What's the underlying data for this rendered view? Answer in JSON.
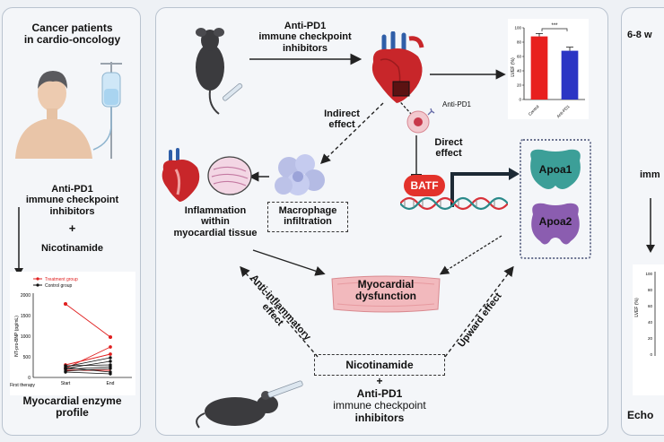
{
  "left_panel": {
    "title_line1": "Cancer patients",
    "title_line2": "in cardio-oncology",
    "drug_line1": "Anti-PD1",
    "drug_line2": "immune checkpoint",
    "drug_line3": "inhibitors",
    "plus": "+",
    "nicotinamide": "Nicotinamide",
    "caption_line1": "Myocardial enzyme",
    "caption_line2": "profile",
    "mini_chart": {
      "legend": [
        "Treatment group",
        "Control group"
      ],
      "ylabel": "NT-pro-BNP (pg/mL)",
      "yticks": [
        "0",
        "500",
        "1000",
        "1500",
        "2000"
      ],
      "xticks": [
        "First therapy",
        "Start",
        "End"
      ],
      "series_colors": {
        "treatment": "#e02020",
        "control": "#111111"
      }
    }
  },
  "center_panel": {
    "top_drug_line1": "Anti-PD1",
    "top_drug_line2": "immune checkpoint",
    "top_drug_line3": "inhibitors",
    "indirect_line1": "Indirect",
    "indirect_line2": "effect",
    "anti_pd1_small": "Anti-PD1",
    "direct_line1": "Direct",
    "direct_line2": "effect",
    "batf": "BATF",
    "apoa1": "Apoa1",
    "apoa2": "Apoa2",
    "inflammation_line1": "Inflammation",
    "inflammation_line2": "within",
    "inflammation_line3": "myocardial tissue",
    "macrophage_line1": "Macrophage",
    "macrophage_line2": "infiltration",
    "dysfunction_line1": "Myocardial",
    "dysfunction_line2": "dysfunction",
    "anti_inflammatory": "Anti-inflammatory",
    "effect_word": "effect",
    "upward": "Upward effect",
    "nicotinamide": "Nicotinamide",
    "plus": "+",
    "bottom_drug_line1": "Anti-PD1",
    "bottom_drug_line2": "immune checkpoint",
    "bottom_drug_line3": "inhibitors",
    "bar_chart": {
      "ylabel": "LVEF (%)",
      "significance": "***",
      "categories": [
        "Control",
        "Anti-PD1"
      ],
      "values": [
        88,
        68
      ],
      "errors": [
        4,
        5
      ],
      "ylim": [
        0,
        100
      ],
      "yticks": [
        "0",
        "20",
        "40",
        "60",
        "80",
        "100"
      ],
      "colors": [
        "#e8201e",
        "#2b35c4"
      ]
    }
  },
  "right_panel": {
    "top_text": "6-8 w",
    "mid_text": "imm",
    "chart_ylabel": "LVEF (%)",
    "chart_yticks": [
      "100",
      "80",
      "60",
      "40",
      "20",
      "0"
    ],
    "caption": "Echo"
  },
  "colors": {
    "panel_bg": "#f4f6f9",
    "panel_border": "#b9c3cf",
    "heart_red": "#c8262a",
    "teal": "#3c9f98",
    "purple": "#8b5db0",
    "batf_red": "#e3322b",
    "dysfunction_pink": "#f2b9bd"
  }
}
